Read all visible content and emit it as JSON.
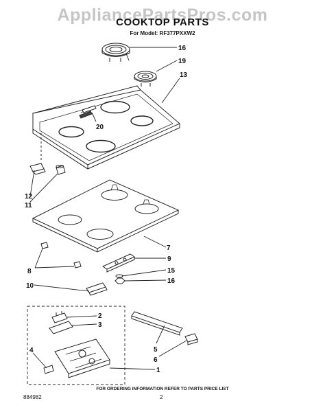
{
  "header": {
    "watermark": "AppliancePartsPros.com",
    "title": "COOKTOP PARTS",
    "model_line": "For Model: RF377PXXW2"
  },
  "callouts": {
    "c16a": "16",
    "c19": "19",
    "c13": "13",
    "c20": "20",
    "c12": "12",
    "c11": "11",
    "c7": "7",
    "c8": "8",
    "c9": "9",
    "c15": "15",
    "c16b": "16",
    "c10": "10",
    "c2": "2",
    "c3": "3",
    "c4": "4",
    "c5": "5",
    "c6": "6",
    "c1": "1"
  },
  "footer": {
    "note": "FOR ORDERING INFORMATION REFER TO PARTS PRICE LIST",
    "doc_number": "884982",
    "page_number": "2"
  }
}
